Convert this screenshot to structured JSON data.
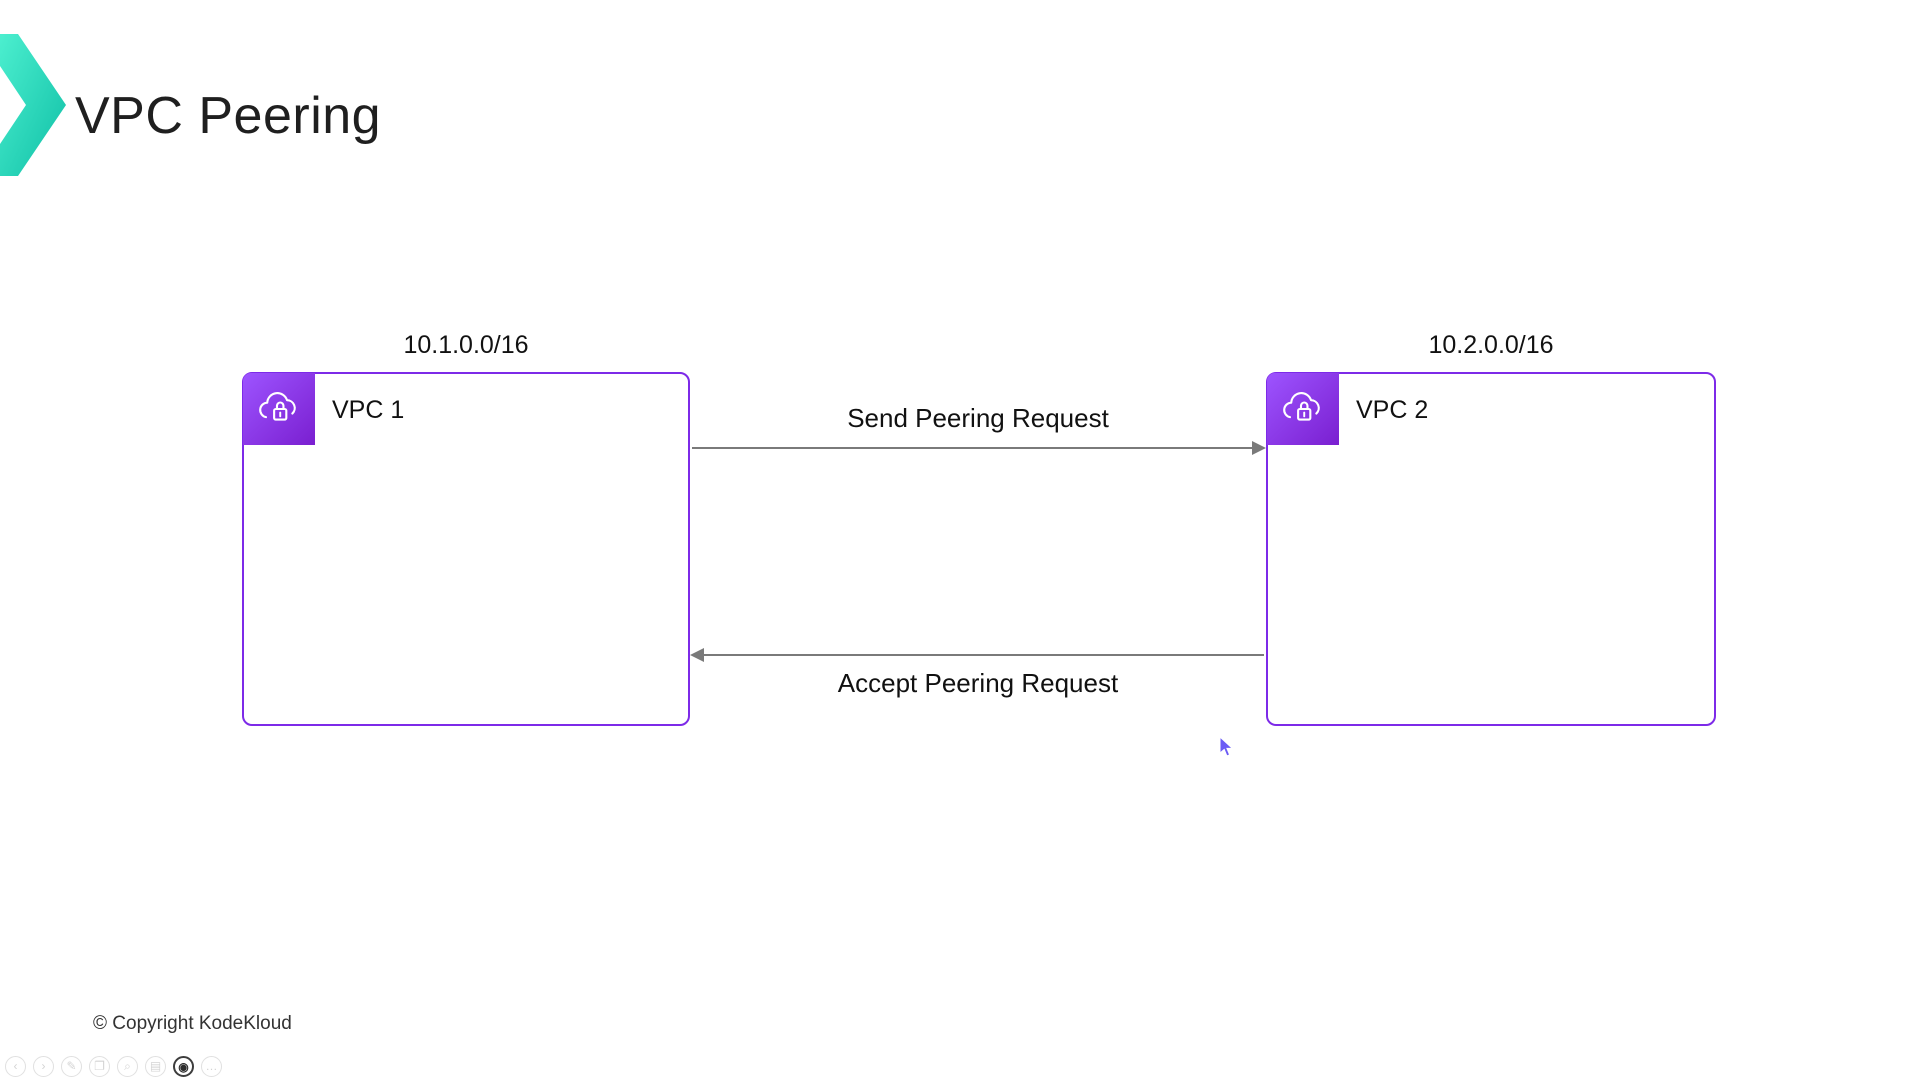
{
  "slide": {
    "title": "VPC Peering",
    "copyright": "© Copyright KodeKloud"
  },
  "diagram": {
    "vpc1": {
      "label": "VPC 1",
      "cidr": "10.1.0.0/16"
    },
    "vpc2": {
      "label": "VPC 2",
      "cidr": "10.2.0.0/16"
    },
    "arrows": [
      {
        "label": "Send Peering Request",
        "direction": "left-to-right"
      },
      {
        "label": "Accept Peering Request",
        "direction": "right-to-left"
      }
    ]
  },
  "colors": {
    "box_border_purple": "#7d2ae8",
    "icon_purple_start": "#9d54ff",
    "icon_purple_end": "#7a1fd0",
    "logo_teal_start": "#4cefcf",
    "logo_teal_end": "#0fbfa6",
    "arrow_gray": "#7a7a7a"
  },
  "toolbar": {
    "icons": [
      {
        "name": "prev-icon",
        "glyph": "‹"
      },
      {
        "name": "next-icon",
        "glyph": "›"
      },
      {
        "name": "pen-icon",
        "glyph": "✎"
      },
      {
        "name": "copy-icon",
        "glyph": "❐"
      },
      {
        "name": "zoom-icon",
        "glyph": "⌕"
      },
      {
        "name": "panel-icon",
        "glyph": "▤"
      },
      {
        "name": "camera-icon",
        "glyph": "◉"
      },
      {
        "name": "more-icon",
        "glyph": "…"
      }
    ]
  }
}
